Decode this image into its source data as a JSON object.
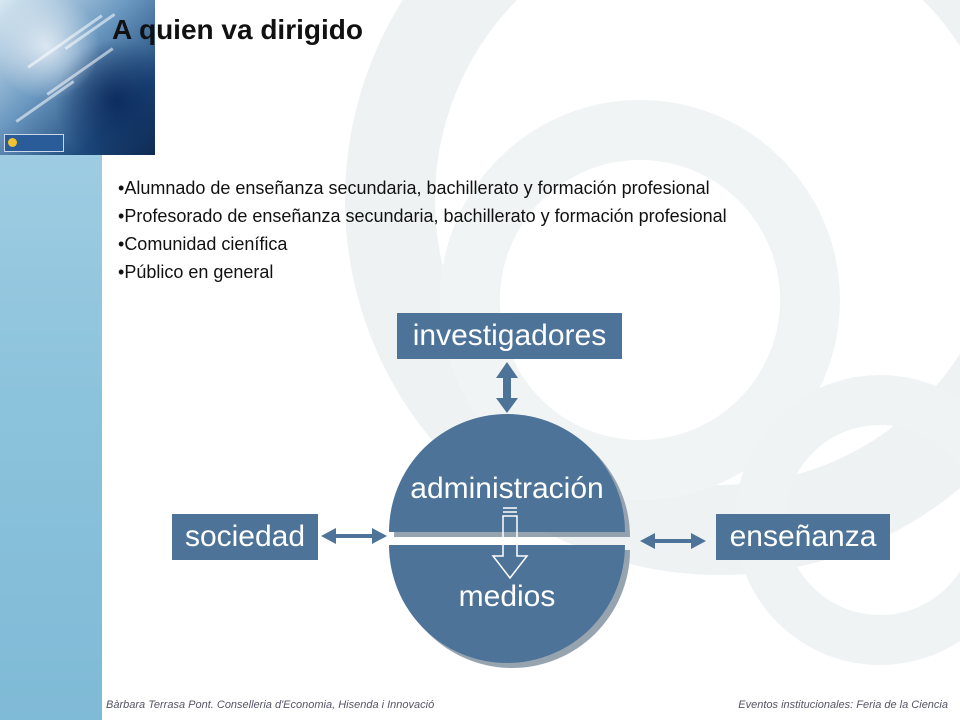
{
  "slide": {
    "title": "A quien va dirigido",
    "bullets": [
      "Alumnado de enseñanza secundaria, bachillerato y formación profesional",
      "Profesorado de enseñanza secundaria, bachillerato y formación profesional",
      "Comunidad cienífica",
      "Público en general"
    ]
  },
  "diagram": {
    "top": "investigadores",
    "left": "sociedad",
    "right": "enseñanza",
    "upper_half": "administración",
    "lower_half": "medios"
  },
  "footer": {
    "left": "Bàrbara Terrasa Pont. Conselleria d'Economia, Hisenda i Innovació",
    "right": "Eventos institucionales: Feria de la Ciencia"
  },
  "colors": {
    "box": "#4d7399",
    "arrow": "#4d7399",
    "left_band": "#8cc3dc"
  },
  "icons": {
    "double_arrow": "double-arrow-icon",
    "down_arrow": "down-arrow-icon"
  }
}
